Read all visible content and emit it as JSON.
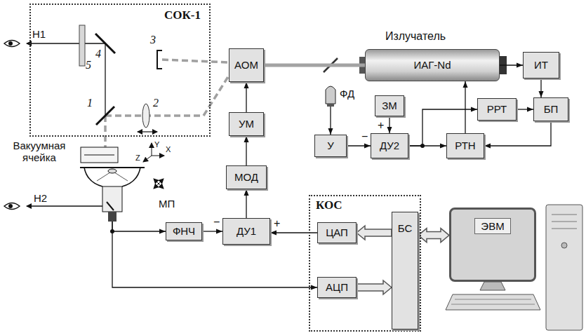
{
  "diagram": {
    "nodes": [
      {
        "text": [
          "СОК-1"
        ]
      },
      {
        "text": [
          "АОМ"
        ]
      },
      {
        "text": [
          "Излучатель",
          "ИАГ-Nd"
        ]
      },
      {
        "text": [
          "ИТ"
        ]
      },
      {
        "text": [
          "ФД"
        ]
      },
      {
        "text": [
          "УМ"
        ]
      },
      {
        "text": [
          "ЗМ"
        ]
      },
      {
        "text": [
          "У"
        ]
      },
      {
        "text": [
          "ДУ2"
        ]
      },
      {
        "text": [
          "РРТ"
        ]
      },
      {
        "text": [
          "РТН"
        ]
      },
      {
        "text": [
          "БП"
        ]
      },
      {
        "text": [
          "МП"
        ]
      },
      {
        "text": [
          "МОД"
        ]
      },
      {
        "text": [
          "ФНЧ"
        ]
      },
      {
        "text": [
          "ДУ1"
        ]
      },
      {
        "text": [
          "КОС"
        ]
      },
      {
        "text": [
          "ЦАП"
        ],
        "in": 16
      },
      {
        "text": [
          "АЦП"
        ],
        "in": 16
      },
      {
        "text": [
          "БС"
        ],
        "in": 16
      },
      {
        "text": [
          "ЭВМ"
        ]
      }
    ],
    "edges": [
      {
        "from": 2,
        "to": 1,
        "arrow": "none"
      },
      {
        "from": 5,
        "to": 1,
        "arrow": "to"
      },
      {
        "from": 13,
        "to": 5,
        "arrow": "to"
      },
      {
        "from": 15,
        "to": 13,
        "arrow": "to"
      },
      {
        "from": 12,
        "to": 14,
        "arrow": "to"
      },
      {
        "from": 14,
        "to": 15,
        "label": "−",
        "arrow": "to"
      },
      {
        "from": 17,
        "to": 15,
        "label": "+",
        "arrow": "to"
      },
      {
        "from": 12,
        "to": 18,
        "arrow": "to"
      },
      {
        "from": 19,
        "to": 17,
        "arrow": "to"
      },
      {
        "from": 18,
        "to": 19,
        "arrow": "to"
      },
      {
        "from": 19,
        "to": 20,
        "arrow": "both"
      },
      {
        "from": 2,
        "to": 3,
        "arrow": "to"
      },
      {
        "from": 3,
        "to": 11,
        "arrow": "to"
      },
      {
        "from": 4,
        "to": 7,
        "arrow": "to"
      },
      {
        "from": 7,
        "to": 8,
        "label": "−",
        "arrow": "to"
      },
      {
        "from": 6,
        "to": 8,
        "label": "+",
        "arrow": "to"
      },
      {
        "from": 8,
        "to": 10,
        "arrow": "to"
      },
      {
        "from": 8,
        "to": 9,
        "arrow": "to"
      },
      {
        "from": 9,
        "to": 11,
        "arrow": "to"
      },
      {
        "from": 11,
        "to": 10,
        "arrow": "to"
      },
      {
        "from": 10,
        "to": 2,
        "arrow": "to"
      }
    ],
    "labels": [
      "Н1",
      "5",
      "4",
      "3",
      "2",
      "1",
      "Вакуумная ячейка",
      "Y",
      "X",
      "Z",
      "Н2"
    ]
  }
}
